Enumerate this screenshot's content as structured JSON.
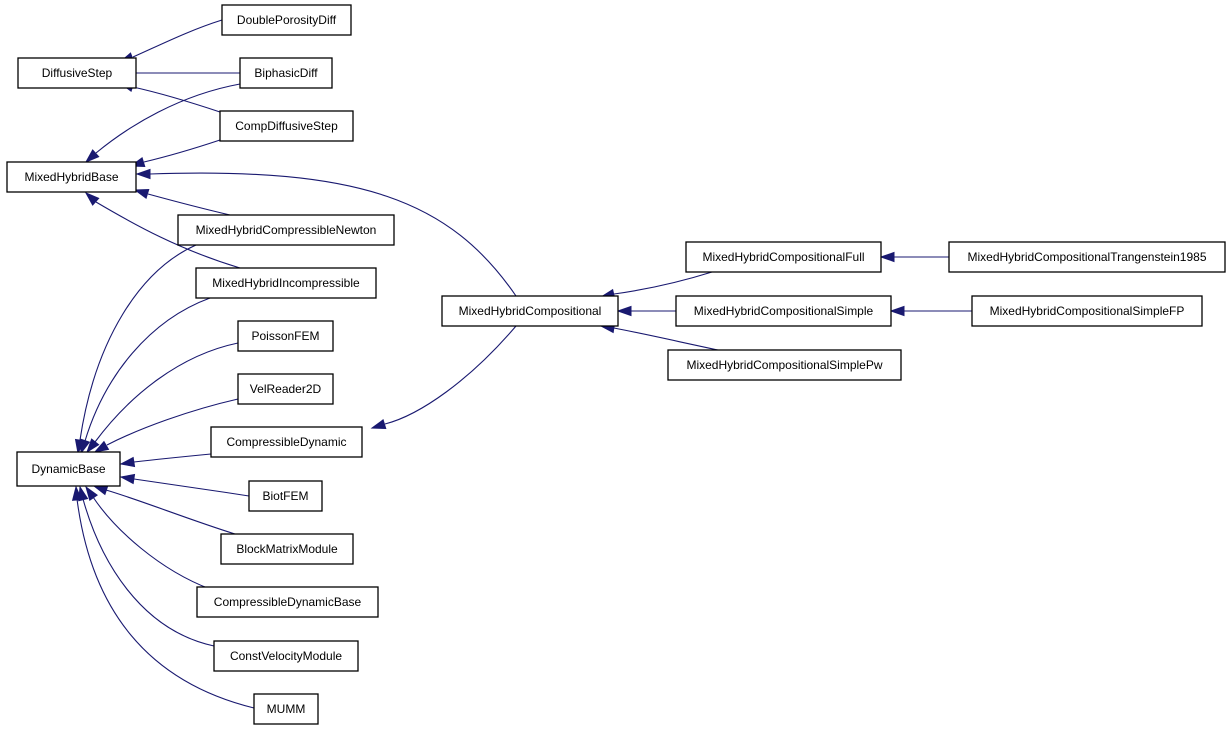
{
  "colors": {
    "edge": "#191970",
    "box_border": "#000000",
    "background": "#ffffff"
  },
  "nodes": {
    "DiffusiveStep": "DiffusiveStep",
    "MixedHybridBase": "MixedHybridBase",
    "DynamicBase": "DynamicBase",
    "DoublePorosityDiff": "DoublePorosityDiff",
    "BiphasicDiff": "BiphasicDiff",
    "CompDiffusiveStep": "CompDiffusiveStep",
    "MixedHybridCompressibleNewton": "MixedHybridCompressibleNewton",
    "MixedHybridIncompressible": "MixedHybridIncompressible",
    "PoissonFEM": "PoissonFEM",
    "VelReader2D": "VelReader2D",
    "CompressibleDynamic": "CompressibleDynamic",
    "BiotFEM": "BiotFEM",
    "BlockMatrixModule": "BlockMatrixModule",
    "CompressibleDynamicBase": "CompressibleDynamicBase",
    "ConstVelocityModule": "ConstVelocityModule",
    "MUMM": "MUMM",
    "MixedHybridCompositional": "MixedHybridCompositional",
    "MixedHybridCompositionalFull": "MixedHybridCompositionalFull",
    "MixedHybridCompositionalSimple": "MixedHybridCompositionalSimple",
    "MixedHybridCompositionalSimplePw": "MixedHybridCompositionalSimplePw",
    "MixedHybridCompositionalTrangenstein1985": "MixedHybridCompositionalTrangenstein1985",
    "MixedHybridCompositionalSimpleFP": "MixedHybridCompositionalSimpleFP"
  },
  "edges": [
    {
      "child": "DoublePorosityDiff",
      "parent": "DiffusiveStep"
    },
    {
      "child": "BiphasicDiff",
      "parent": "DiffusiveStep"
    },
    {
      "child": "CompDiffusiveStep",
      "parent": "DiffusiveStep"
    },
    {
      "child": "BiphasicDiff",
      "parent": "MixedHybridBase"
    },
    {
      "child": "CompDiffusiveStep",
      "parent": "MixedHybridBase"
    },
    {
      "child": "MixedHybridCompositional",
      "parent": "MixedHybridBase"
    },
    {
      "child": "MixedHybridCompressibleNewton",
      "parent": "MixedHybridBase"
    },
    {
      "child": "MixedHybridIncompressible",
      "parent": "MixedHybridBase"
    },
    {
      "child": "MixedHybridCompressibleNewton",
      "parent": "DynamicBase"
    },
    {
      "child": "MixedHybridIncompressible",
      "parent": "DynamicBase"
    },
    {
      "child": "PoissonFEM",
      "parent": "DynamicBase"
    },
    {
      "child": "VelReader2D",
      "parent": "DynamicBase"
    },
    {
      "child": "CompressibleDynamic",
      "parent": "DynamicBase"
    },
    {
      "child": "BiotFEM",
      "parent": "DynamicBase"
    },
    {
      "child": "BlockMatrixModule",
      "parent": "DynamicBase"
    },
    {
      "child": "CompressibleDynamicBase",
      "parent": "DynamicBase"
    },
    {
      "child": "ConstVelocityModule",
      "parent": "DynamicBase"
    },
    {
      "child": "MUMM",
      "parent": "DynamicBase"
    },
    {
      "child": "MixedHybridCompositional",
      "parent": "CompressibleDynamic"
    },
    {
      "child": "MixedHybridCompositionalFull",
      "parent": "MixedHybridCompositional"
    },
    {
      "child": "MixedHybridCompositionalSimple",
      "parent": "MixedHybridCompositional"
    },
    {
      "child": "MixedHybridCompositionalSimplePw",
      "parent": "MixedHybridCompositional"
    },
    {
      "child": "MixedHybridCompositionalTrangenstein1985",
      "parent": "MixedHybridCompositionalFull"
    },
    {
      "child": "MixedHybridCompositionalSimpleFP",
      "parent": "MixedHybridCompositionalSimple"
    }
  ]
}
